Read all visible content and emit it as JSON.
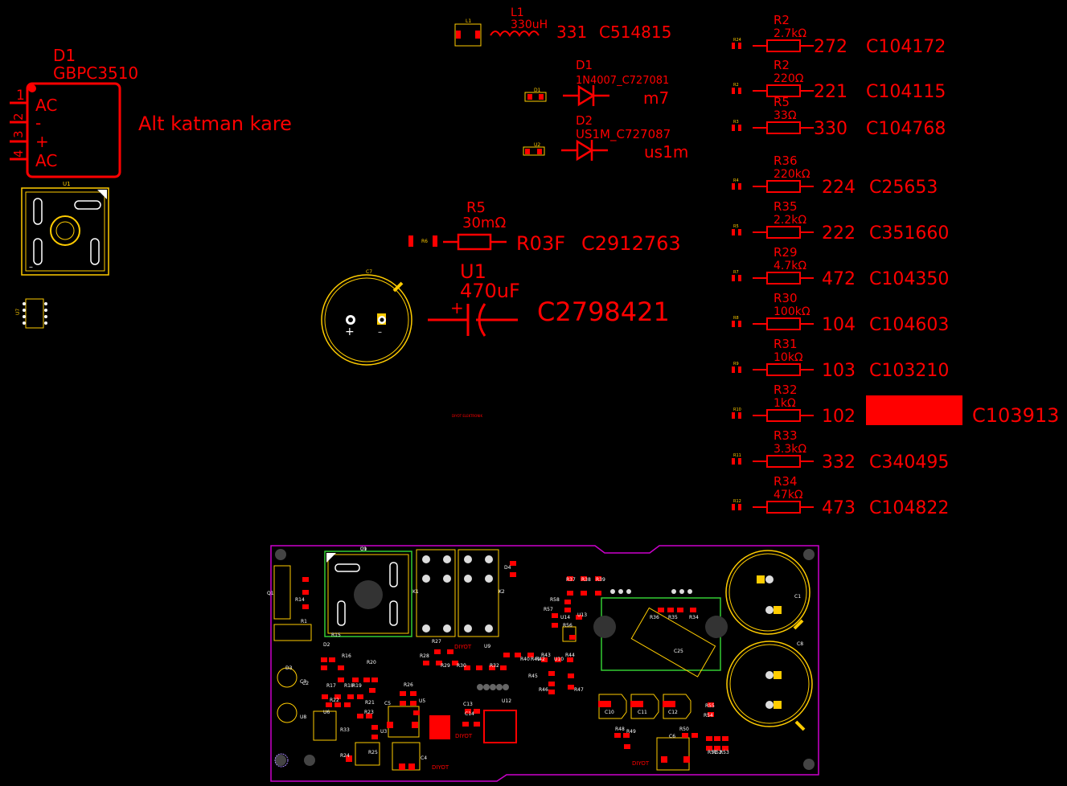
{
  "colors": {
    "background": "#000000",
    "copper": "#ff0000",
    "silk": "#ffcc00",
    "outline": "#cc00cc",
    "green": "#33cc33",
    "grey": "#888888"
  },
  "bridge": {
    "ref": "D1",
    "part": "GBPC3510",
    "pins": [
      "1",
      "2",
      "3",
      "4"
    ],
    "pin_labels": [
      "AC",
      "-",
      "+",
      "AC"
    ],
    "note": "Alt katman kare",
    "footprint_ref": "U1"
  },
  "u7_ref": "U7",
  "inductor": {
    "fp_ref": "L1",
    "ref": "L1",
    "value": "330uH",
    "code": "331",
    "lcsc": "C514815"
  },
  "diodes": [
    {
      "fp_ref": "D1",
      "ref": "D1",
      "part": "1N4007_C727081",
      "short": "m7"
    },
    {
      "fp_ref": "U2",
      "ref": "D2",
      "part": "US1M_C727087",
      "short": "us1m"
    }
  ],
  "shunt": {
    "fp_ref": "R6",
    "ref": "R5",
    "value": "30mΩ",
    "code": "R03F",
    "lcsc": "C2912763"
  },
  "cap": {
    "fp_ref": "C7",
    "ref": "U1",
    "value": "470uF",
    "lcsc": "C2798421"
  },
  "tiny_label": "DIYOT ELEKTRONIK",
  "resistors": [
    {
      "fp": "R24",
      "ref": "R2",
      "value": "2.7kΩ",
      "code": "272",
      "lcsc": "C104172"
    },
    {
      "fp": "R2",
      "ref": "R2",
      "value": "220Ω",
      "code": "221",
      "lcsc": "C104115"
    },
    {
      "fp": "R3",
      "ref": "R5",
      "value": "33Ω",
      "code": "330",
      "lcsc": "C104768"
    },
    {
      "fp": "R4",
      "ref": "R36",
      "value": "220kΩ",
      "code": "224",
      "lcsc": "C25653"
    },
    {
      "fp": "R5",
      "ref": "R35",
      "value": "2.2kΩ",
      "code": "222",
      "lcsc": "C351660"
    },
    {
      "fp": "R7",
      "ref": "R29",
      "value": "4.7kΩ",
      "code": "472",
      "lcsc": "C104350"
    },
    {
      "fp": "R8",
      "ref": "R30",
      "value": "100kΩ",
      "code": "104",
      "lcsc": "C104603"
    },
    {
      "fp": "R9",
      "ref": "R31",
      "value": "10kΩ",
      "code": "103",
      "lcsc": "C103210"
    },
    {
      "fp": "R10",
      "ref": "R32",
      "value": "1kΩ",
      "code": "102",
      "lcsc": "C103913"
    },
    {
      "fp": "R11",
      "ref": "R33",
      "value": "3.3kΩ",
      "code": "332",
      "lcsc": "C340495"
    },
    {
      "fp": "R12",
      "ref": "R34",
      "value": "47kΩ",
      "code": "473",
      "lcsc": "C104822"
    }
  ],
  "board": {
    "brand": "DIYOT",
    "labels": [
      "U1",
      "K1",
      "K2",
      "D4",
      "R37",
      "R38",
      "R39",
      "Q1",
      "R14",
      "R1",
      "R58",
      "R57",
      "U13",
      "U14",
      "R56",
      "R27",
      "U9",
      "R28",
      "R29",
      "R30",
      "R32",
      "R40",
      "R41",
      "R42",
      "R43",
      "R44",
      "R45",
      "R46",
      "R47",
      "U10",
      "R36",
      "R35",
      "R34",
      "C25",
      "R15",
      "R16",
      "R20",
      "R17",
      "R18",
      "R19",
      "R22",
      "R21",
      "R23",
      "R26",
      "U5",
      "C5",
      "U3",
      "R24",
      "R25",
      "C4",
      "C3",
      "U8",
      "U6",
      "R33",
      "C13",
      "C14",
      "U12",
      "R48",
      "R49",
      "R50",
      "R51",
      "R52",
      "R53",
      "R54",
      "R55",
      "C6",
      "C10",
      "C11",
      "C12",
      "D2",
      "D3",
      "C2",
      "C1",
      "C8",
      "C9"
    ]
  }
}
